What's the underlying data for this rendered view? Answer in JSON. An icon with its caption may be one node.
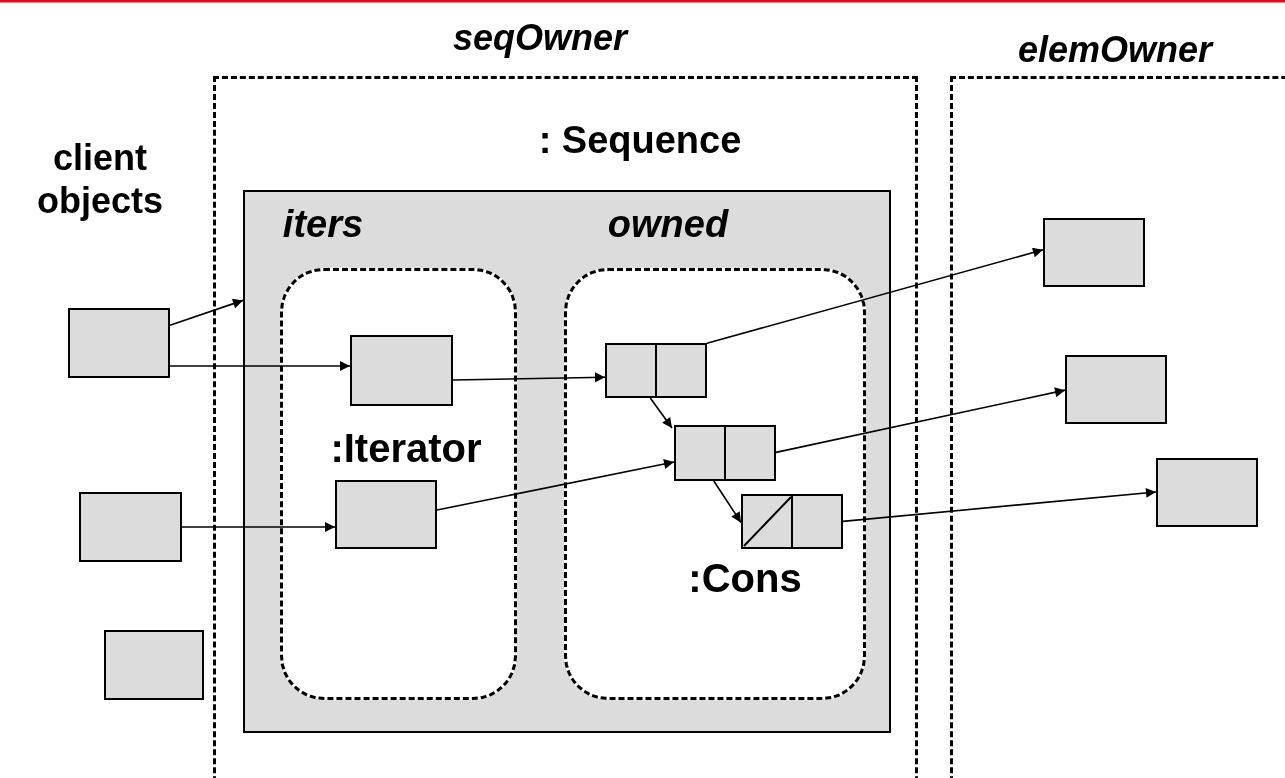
{
  "diagram": {
    "nodes": [
      {
        "text": [
          "seqOwner"
        ]
      },
      {
        "text": [
          "elemOwner"
        ]
      },
      {
        "text": [
          ": Sequence"
        ],
        "in": 0
      },
      {
        "text": [
          "iters"
        ],
        "in": 2
      },
      {
        "text": [
          "owned"
        ],
        "in": 2
      },
      {
        "text": [],
        "shape": "box"
      },
      {
        "text": [],
        "shape": "box"
      },
      {
        "text": [],
        "shape": "box"
      },
      {
        "text": [],
        "shape": "box",
        "in": 3
      },
      {
        "text": [
          ":Iterator"
        ],
        "in": 3
      },
      {
        "text": [],
        "shape": "box",
        "in": 4
      },
      {
        "text": [],
        "shape": "box",
        "in": 4
      },
      {
        "text": [
          ":Cons"
        ],
        "in": 4
      },
      {
        "text": [],
        "shape": "box",
        "in": 1
      },
      {
        "text": [],
        "shape": "box",
        "in": 1
      },
      {
        "text": [],
        "shape": "box",
        "in": 1
      }
    ],
    "edges": [
      {
        "from": 5,
        "to": 2,
        "arrow": "to"
      },
      {
        "from": 5,
        "to": 8,
        "arrow": "to"
      },
      {
        "from": 6,
        "to": 9,
        "arrow": "to"
      },
      {
        "from": 8,
        "to": 10,
        "arrow": "to"
      },
      {
        "from": 9,
        "to": 11,
        "arrow": "to"
      },
      {
        "from": 10,
        "to": 11,
        "arrow": "to"
      },
      {
        "from": 11,
        "to": 12,
        "arrow": "to"
      },
      {
        "from": 10,
        "to": 13,
        "arrow": "to"
      },
      {
        "from": 11,
        "to": 14,
        "arrow": "to"
      },
      {
        "from": 12,
        "to": 15,
        "arrow": "to"
      }
    ],
    "labels": [
      "client objects"
    ]
  }
}
